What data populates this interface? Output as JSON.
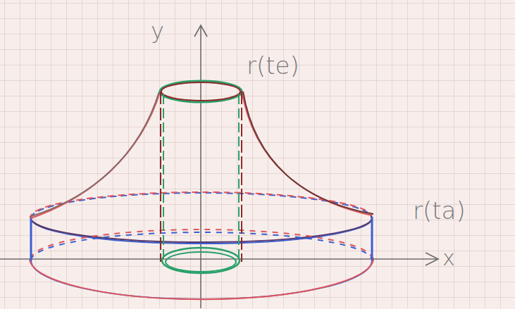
{
  "diagram": {
    "labels": [
      "y",
      "r(te)",
      "r(ta)",
      "x"
    ]
  }
}
